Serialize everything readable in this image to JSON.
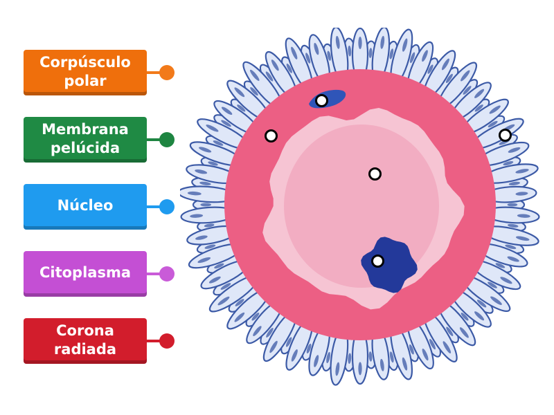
{
  "labels": [
    {
      "text": "Corpúsculo polar",
      "color": "#ef6f0c",
      "knob": "#f27a1a"
    },
    {
      "text": "Membrana pelúcida",
      "color": "#1f8a44",
      "knob": "#1e8541"
    },
    {
      "text": "Núcleo",
      "color": "#1f9bef",
      "knob": "#1f9bef"
    },
    {
      "text": "Citoplasma",
      "color": "#c44fd4",
      "knob": "#c95bd8"
    },
    {
      "text": "Corona radiada",
      "color": "#d21d2c",
      "knob": "#d21d2c"
    }
  ],
  "colors": {
    "corona_cell_fill": "#dfe7f8",
    "corona_cell_stroke": "#3c5aa6",
    "zona": "#ec5f84",
    "cytoplasm_outer": "#f6c4d3",
    "cytoplasm_inner": "#ee9ab4",
    "nucleus": "#23399a",
    "polar_body": "#2f55b8"
  }
}
